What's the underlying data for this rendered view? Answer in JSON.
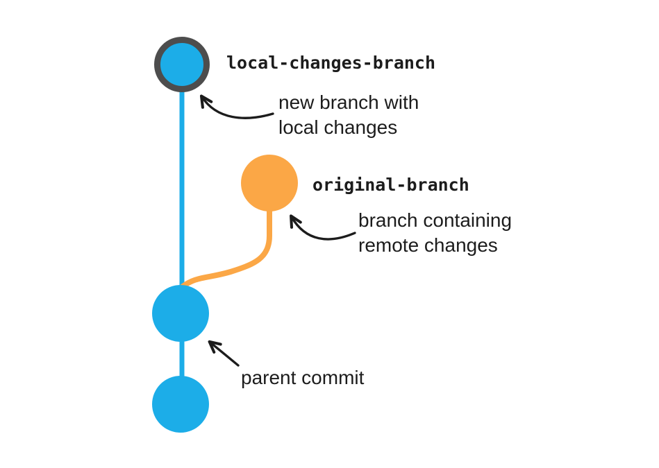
{
  "colors": {
    "commit_blue": "#1CADE8",
    "branch_orange": "#FBA746",
    "head_ring_gray": "#4D4D4D",
    "annotation_black": "#1C1C1C",
    "background": "#FFFFFF"
  },
  "branches": {
    "local": {
      "label": "local-changes-branch"
    },
    "original": {
      "label": "original-branch"
    }
  },
  "annotations": {
    "local_head": {
      "line1": "new branch with",
      "line2": "local changes"
    },
    "original_head": {
      "line1": "branch containing",
      "line2": "remote changes"
    },
    "parent": {
      "text": "parent commit"
    }
  }
}
